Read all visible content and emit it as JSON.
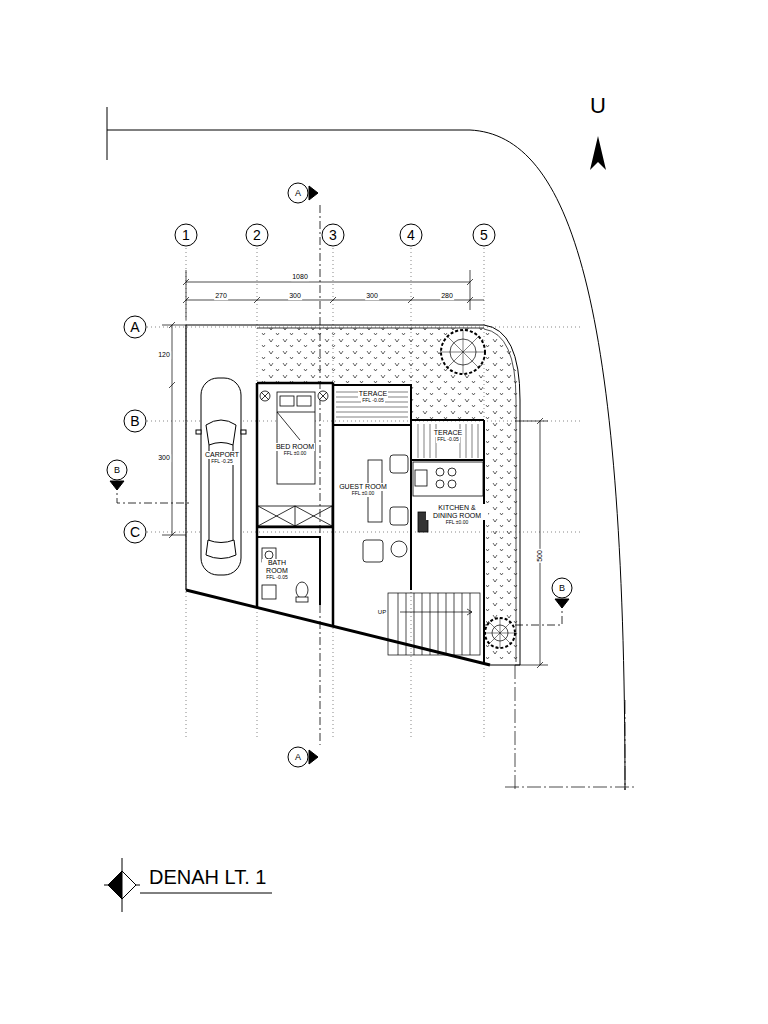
{
  "diagram": {
    "title": "DENAH LT. 1",
    "nodes": [
      {
        "text": [
          "A"
        ]
      },
      {
        "text": [
          "1"
        ]
      },
      {
        "text": [
          "2"
        ]
      },
      {
        "text": [
          "3"
        ]
      },
      {
        "text": [
          "4"
        ]
      },
      {
        "text": [
          "5"
        ]
      },
      {
        "text": [
          "A"
        ]
      },
      {
        "text": [
          "TERACE",
          "FFL -0.05"
        ]
      },
      {
        "text": [
          "BED ROOM",
          "FFL ±0.00"
        ]
      },
      {
        "text": [
          "B"
        ]
      },
      {
        "text": [
          "TERACE",
          "FFL -0.05"
        ]
      },
      {
        "text": [
          "CARPORT",
          "FFL -0.25"
        ]
      },
      {
        "text": [
          "B"
        ]
      },
      {
        "text": [
          "GUEST ROOM",
          "FFL ±0.00"
        ]
      },
      {
        "text": [
          "KITCHEN & DINING ROOM",
          "FFL ±0.00"
        ]
      },
      {
        "text": [
          "C"
        ]
      },
      {
        "text": [
          "BATH ROOM",
          "FFL -0.05"
        ]
      },
      {
        "text": [
          "B"
        ]
      },
      {
        "text": [
          "A"
        ]
      }
    ],
    "labels": [
      "U",
      "1080",
      "270",
      "300",
      "300",
      "280",
      "120",
      "300",
      "500",
      "UP"
    ]
  }
}
